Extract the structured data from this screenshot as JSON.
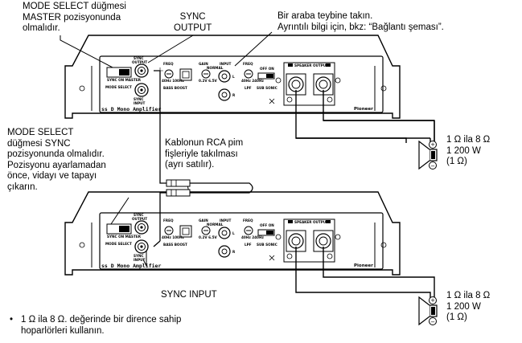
{
  "callouts": {
    "mode_select_master": [
      "MODE SELECT düğmesi",
      "MASTER pozisyonunda",
      "olmalıdır."
    ],
    "sync_output": [
      "SYNC",
      "OUTPUT"
    ],
    "car_stereo": [
      "Bir araba teybine takın.",
      "Ayrıntılı bilgi için, bkz: “Bağlantı şeması”."
    ],
    "mode_select_sync": [
      "MODE SELECT",
      "düğmesi SYNC",
      "pozisyonunda olmalıdır.",
      "Pozisyonu ayarlamadan",
      "önce, vidayı ve tapayı",
      "çıkarın."
    ],
    "rca_cable": [
      "Kablonun RCA pim",
      "fişleriyle takılması",
      "(ayrı satılır)."
    ],
    "speaker_top": [
      "1 Ω ila 8 Ω",
      "1 200 W",
      "(1 Ω)"
    ],
    "sync_input": "SYNC INPUT",
    "speaker_bottom": [
      "1 Ω ila 8 Ω",
      "1 200 W",
      "(1 Ω)"
    ],
    "note": [
      "1 Ω ila 8 Ω. değerinde bir dirence sahip",
      "hoparlörleri kullanın."
    ]
  },
  "amplifier_panel": {
    "model": "ss D Mono Amplifier",
    "brand": "Pioneer",
    "sync_output": [
      "SYNC",
      "OUTPUT"
    ],
    "sync_input": [
      "SYNC",
      "INPUT"
    ],
    "mode_select": "MODE SELECT",
    "mode_positions": "SYNC ON MASTER",
    "freq": "FREQ",
    "freq_range": "40Hz 100Hz",
    "bass_boost": "BASS BOOST",
    "gain": "GAIN",
    "gain_level": "NORMAL",
    "gain_range": "0.2V 6.5V",
    "input": "INPUT",
    "input_l": "L",
    "input_r": "R",
    "lpf": "LPF",
    "lpf_range": "40Hz 240Hz",
    "sub_sonic": "SUB SONIC",
    "sub_sonic_range": "OFF ON",
    "speaker_output": "SPEAKER OUTPUT",
    "minus": "−",
    "plus": "+"
  },
  "speaker_terminals": {
    "plus": "+",
    "minus": "−"
  }
}
